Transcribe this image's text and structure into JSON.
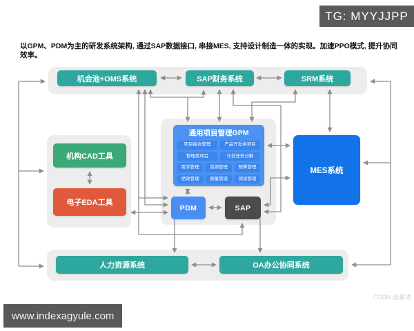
{
  "header": {
    "tg_badge": "TG: MYYJJPP",
    "description": "以GPM、PDM为主的研发系统架构, 通过SAP数据接口, 串接MES, 支持设计制造一体的实现。加速PPO模式, 提升协同效率。"
  },
  "diagram": {
    "top_row": {
      "oms": "机会池+OMS系统",
      "sap_finance": "SAP财务系统",
      "srm": "SRM系统"
    },
    "left_tools": {
      "cad": "机构CAD工具",
      "eda": "电子EDA工具"
    },
    "gpm": {
      "title": "通用项目管理GPM",
      "chips": [
        "项目组合管理",
        "产品开发类项目",
        "管理类项目",
        "计划任务分解",
        "需求管理",
        "资源管理",
        "预算管理",
        "绩效管理",
        "质量管理",
        "测试管理"
      ]
    },
    "pdm": "PDM",
    "sap": "SAP",
    "mes": "MES系统",
    "bottom_row": {
      "hr": "人力资源系统",
      "oa": "OA办公协同系统"
    }
  },
  "watermarks": {
    "site": "www.indexagyule.com",
    "csdn": "CSDN @易项"
  },
  "colors": {
    "teal": "#2ea79e",
    "green": "#3ba878",
    "orange": "#e0593c",
    "mes_blue": "#1273e8",
    "gpm_blue": "#4b92f1",
    "chip_blue": "#3a85ee",
    "pdm_blue": "#4a8ef4",
    "sap_dark": "#4b4b4b",
    "container_gray": "#ededee",
    "arrow_gray": "#8e8e8e",
    "badge_gray": "#5a5a5a"
  }
}
